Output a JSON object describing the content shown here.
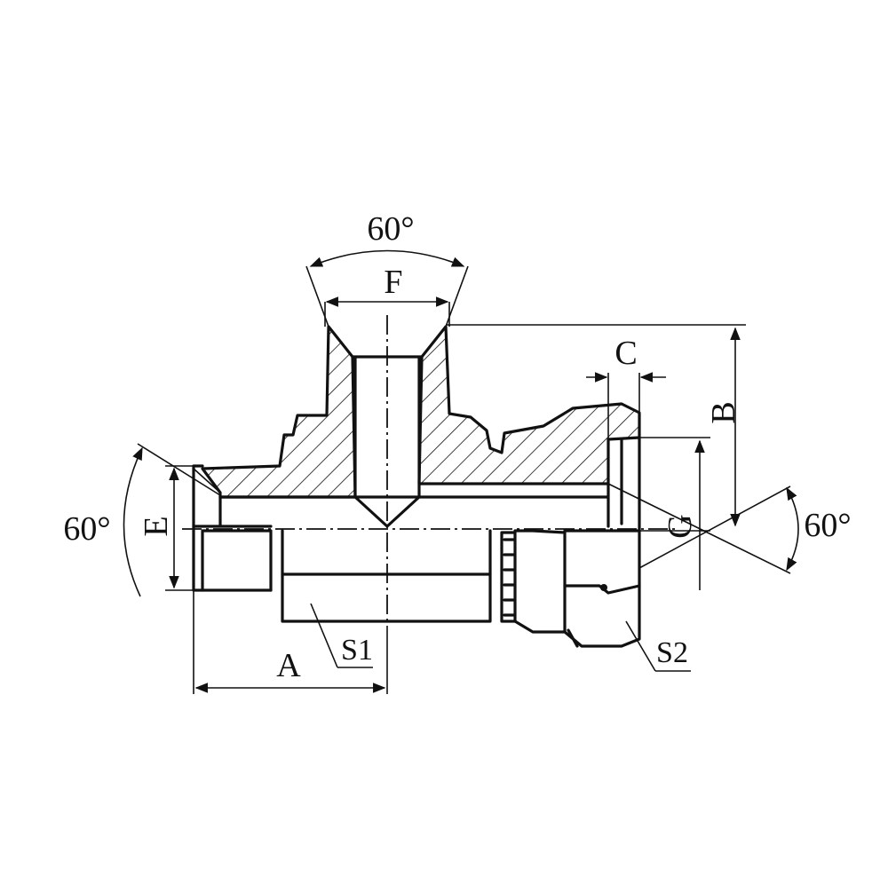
{
  "labels": {
    "angle_top": "60°",
    "angle_left": "60°",
    "angle_right": "60°",
    "F": "F",
    "C": "C",
    "B": "B",
    "E": "E",
    "G": "G",
    "A": "A",
    "S1": "S1",
    "S2": "S2"
  }
}
